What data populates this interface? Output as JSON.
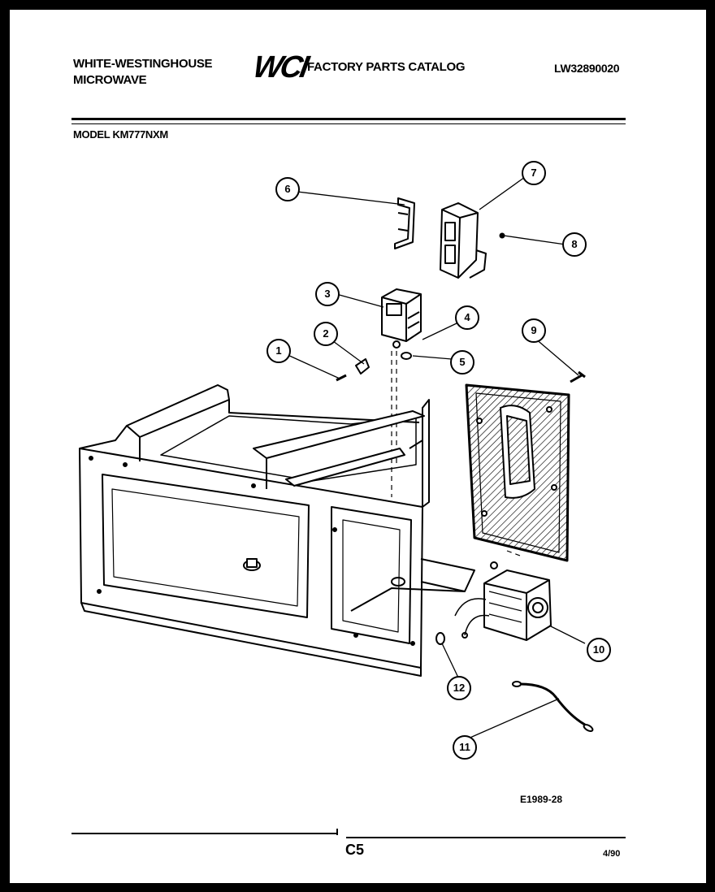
{
  "header": {
    "brand_line1": "WHITE-WESTINGHOUSE",
    "brand_line2": "MICROWAVE",
    "logo": "WCI",
    "catalog_title": "FACTORY PARTS CATALOG",
    "catalog_number": "LW32890020"
  },
  "model_line": "MODEL KM777NXM",
  "callouts": [
    "1",
    "2",
    "3",
    "4",
    "5",
    "6",
    "7",
    "8",
    "9",
    "10",
    "11",
    "12"
  ],
  "footer": {
    "diagram_code": "E1989-28",
    "page_code": "C5",
    "date": "4/90"
  }
}
